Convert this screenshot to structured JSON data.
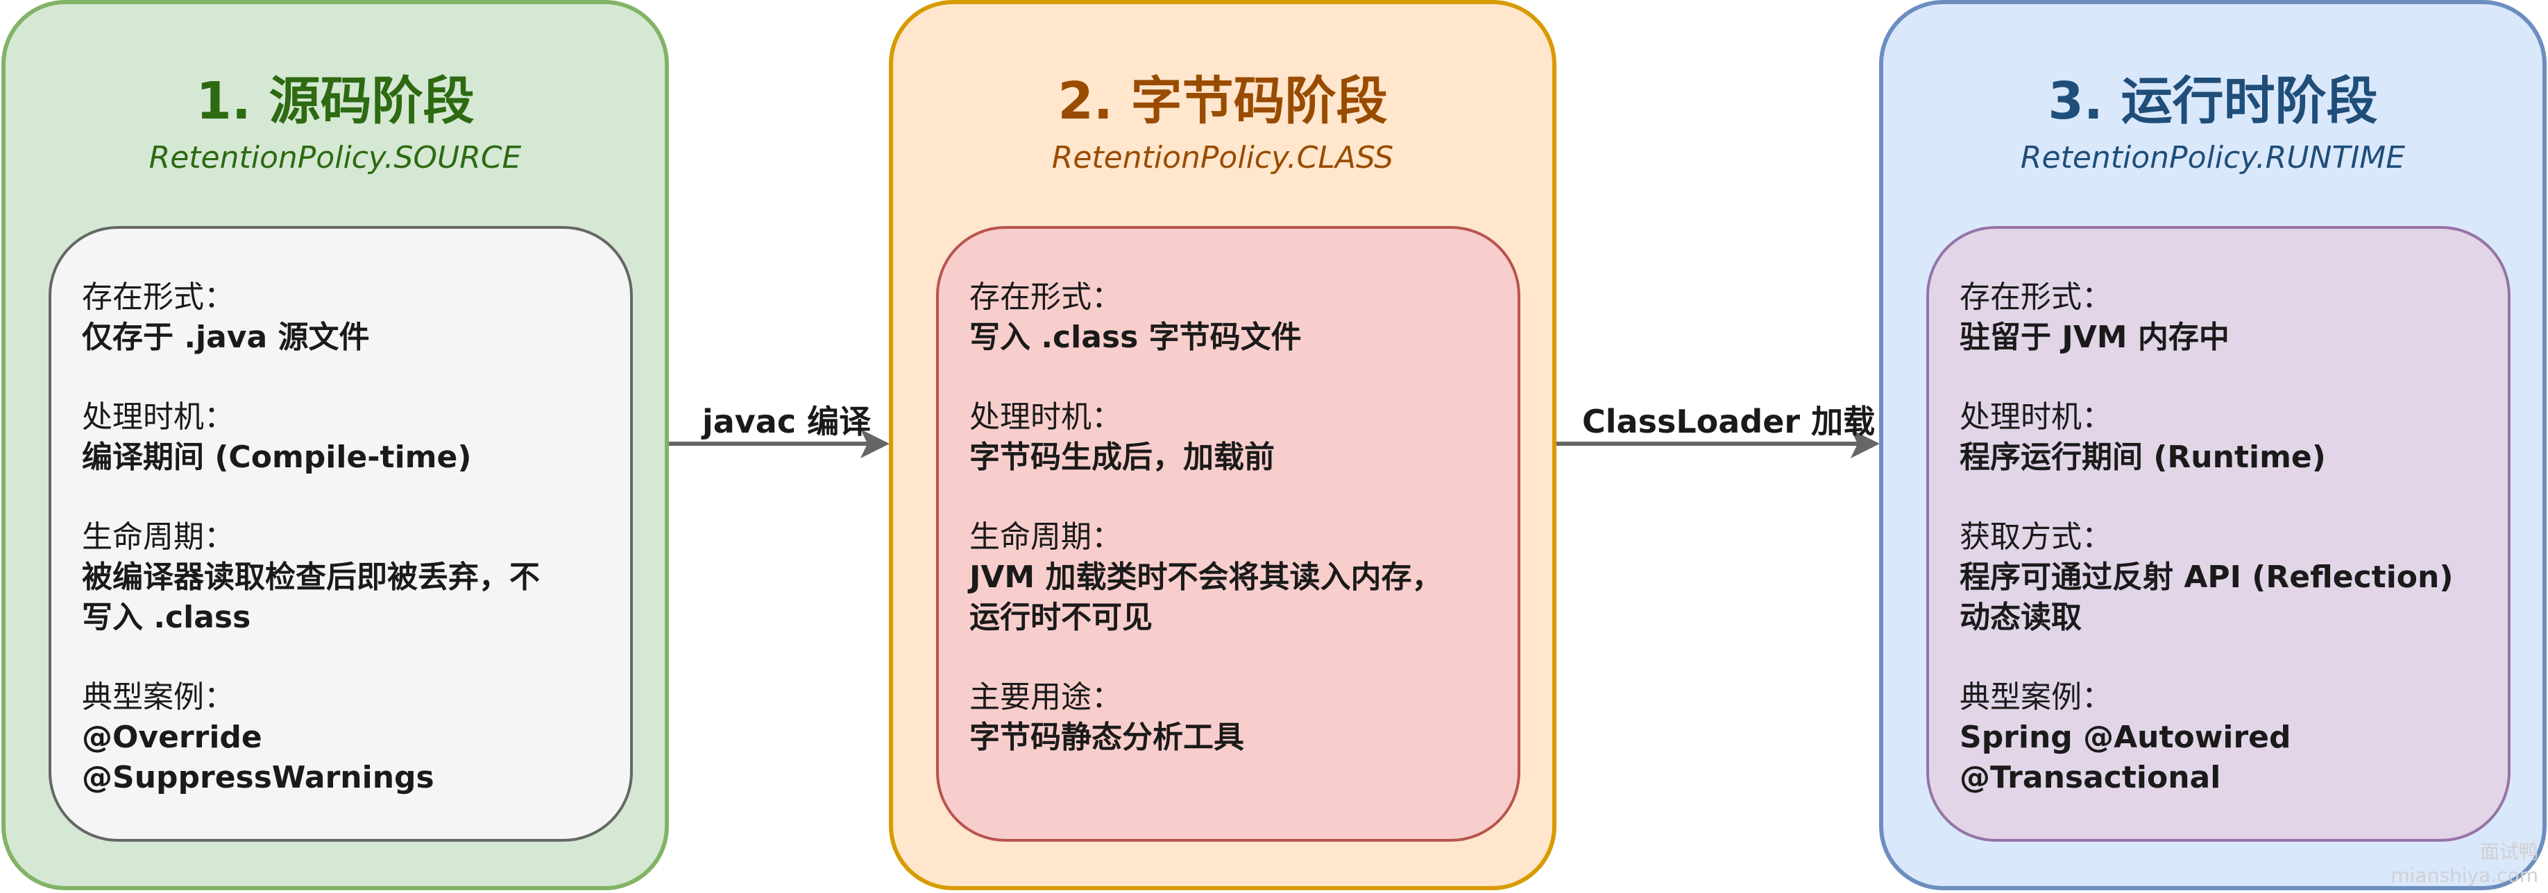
{
  "stages": [
    {
      "title": "1. 源码阶段",
      "subtitle": "RetentionPolicy.SOURCE",
      "title_color": "#2d6a12",
      "fill": "#d5e8d4",
      "border": "#82b366",
      "sections": [
        {
          "label": "存在形式：",
          "lines": [
            "仅存于 .java 源文件"
          ]
        },
        {
          "label": "处理时机：",
          "lines": [
            "编译期间 (Compile-time)"
          ]
        },
        {
          "label": "生命周期：",
          "lines": [
            "被编译器读取检查后即被丢弃，不",
            "写入 .class"
          ]
        },
        {
          "label": "典型案例：",
          "lines": [
            "@Override",
            "@SuppressWarnings"
          ]
        }
      ]
    },
    {
      "title": "2. 字节码阶段",
      "subtitle": "RetentionPolicy.CLASS",
      "title_color": "#994c00",
      "fill": "#ffe6cc",
      "border": "#d79b00",
      "sections": [
        {
          "label": "存在形式：",
          "lines": [
            "写入 .class 字节码文件"
          ]
        },
        {
          "label": "处理时机：",
          "lines": [
            "字节码生成后，加载前"
          ]
        },
        {
          "label": "生命周期：",
          "lines": [
            "JVM 加载类时不会将其读入内存，",
            "运行时不可见"
          ]
        },
        {
          "label": "主要用途：",
          "lines": [
            "字节码静态分析工具"
          ]
        }
      ]
    },
    {
      "title": "3. 运行时阶段",
      "subtitle": "RetentionPolicy.RUNTIME",
      "title_color": "#1f4e79",
      "fill": "#dae8fc",
      "border": "#6c8ebf",
      "sections": [
        {
          "label": "存在形式：",
          "lines": [
            "驻留于 JVM 内存中"
          ]
        },
        {
          "label": "处理时机：",
          "lines": [
            "程序运行期间 (Runtime)"
          ]
        },
        {
          "label": "获取方式：",
          "lines": [
            "程序可通过反射 API (Reflection)",
            "动态读取"
          ]
        },
        {
          "label": "典型案例：",
          "lines": [
            "Spring @Autowired",
            "@Transactional"
          ]
        }
      ]
    }
  ],
  "arrows": [
    {
      "label": "javac 编译"
    },
    {
      "label": "ClassLoader 加载"
    }
  ],
  "arrow_color": "#666666",
  "watermark": [
    "面试鸭",
    "mianshiya.com"
  ]
}
